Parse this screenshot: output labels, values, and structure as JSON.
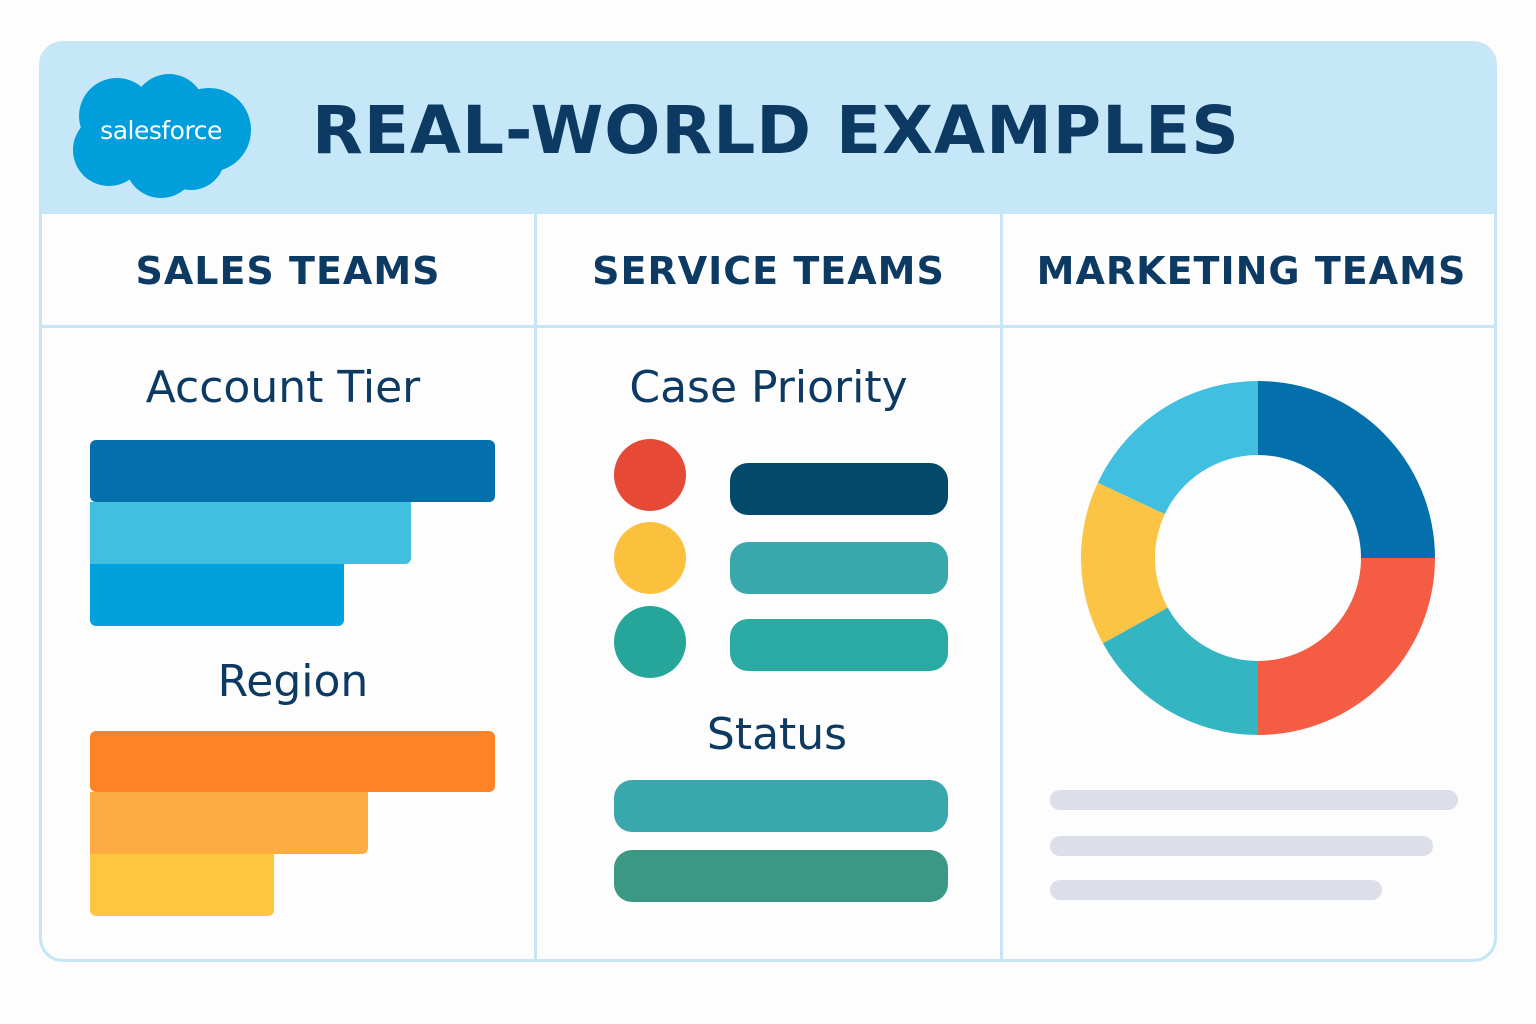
{
  "header": {
    "logo_text": "salesforce",
    "title": "REAL-WORLD EXAMPLES"
  },
  "columns": {
    "sales": {
      "heading": "SALES TEAMS",
      "account_tier": {
        "label": "Account Tier",
        "colors": [
          "#0470ab",
          "#40bfe1",
          "#00a1dd"
        ]
      },
      "region": {
        "label": "Region",
        "colors": [
          "#fd8325",
          "#fdac44",
          "#fdc540"
        ]
      }
    },
    "service": {
      "heading": "SERVICE TEAMS",
      "case_priority": {
        "label": "Case Priority",
        "dot_colors": [
          "#e64936",
          "#fbc13d",
          "#26a59a"
        ],
        "pill_colors": [
          "#03496a",
          "#38a8ad",
          "#2aaaa3"
        ]
      },
      "status": {
        "label": "Status",
        "pill_colors": [
          "#38a8ad",
          "#3a9885"
        ]
      }
    },
    "marketing": {
      "heading": "MARKETING TEAMS",
      "donut": {
        "segments": [
          {
            "value": 25,
            "color": "#0470ab"
          },
          {
            "value": 25,
            "color": "#f45d44"
          },
          {
            "value": 17,
            "color": "#33b5c2"
          },
          {
            "value": 15,
            "color": "#fbc445"
          },
          {
            "value": 18,
            "color": "#40bfe1"
          }
        ]
      },
      "text_line_color": "#dcdfe9"
    }
  },
  "colors": {
    "brand_blue": "#009edb",
    "header_bg": "#c6e7f8",
    "border": "#c6e6f6",
    "text_dark": "#0c3a63"
  }
}
